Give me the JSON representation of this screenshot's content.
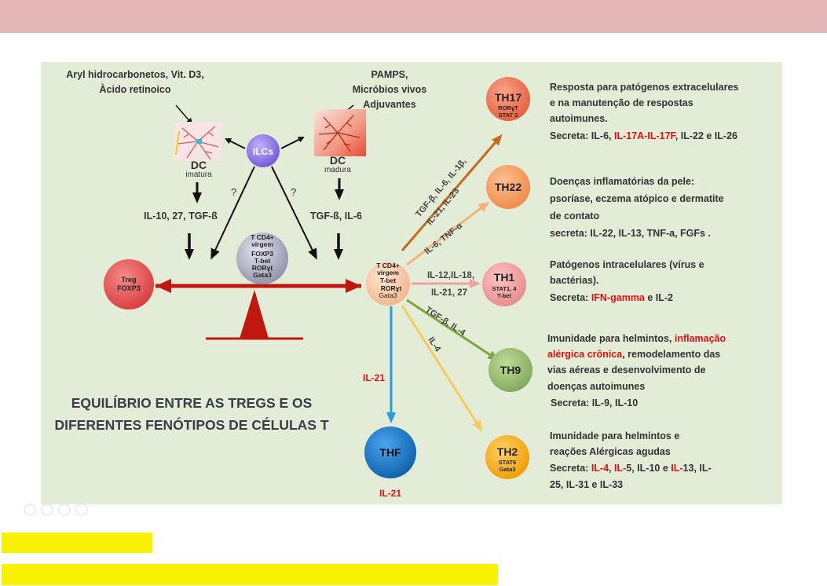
{
  "colors": {
    "top_bar": "#e3b6b7",
    "slide_bg": "#e3ecd6",
    "highlight": "#f8f200",
    "balance_red": "#c0170f",
    "red_text": "#e01010",
    "ilc_purple": "#8b6ee6",
    "th17": "#f07a5c",
    "th22": "#f8a067",
    "th1": "#f2a0a0",
    "th9": "#9bc472",
    "th2": "#f5ae12",
    "thf": "#1a7bcc",
    "treg": "#ea5555"
  },
  "left_source": {
    "line1": "Aryl hidrocarbonetos, Vit. D3,",
    "line2": "Àcido retinoico"
  },
  "right_source": {
    "line1": "PAMPS,",
    "line2": "Micróbios vivos",
    "line3": "Adjuvantes"
  },
  "ilcs": "ILCs",
  "dc_imature": {
    "title": "DC",
    "sub": "imatura"
  },
  "dc_mature": {
    "title": "DC",
    "sub": "madura"
  },
  "question": "?",
  "cytokines_left": "IL-10, 27, TGF-ß",
  "cytokines_right": "TGF-ß, IL-6",
  "treg": {
    "line1": "Treg",
    "line2": "FOXP3"
  },
  "center_naive": {
    "l1": "T CD4+",
    "l2": "virgem",
    "l3": "FOXP3",
    "l4": "T-bet",
    "l5": "RORɣt",
    "l6": "Gata3"
  },
  "right_naive": {
    "l1": "T CD4+",
    "l2": "virgem",
    "l3": "T-bet",
    "l4": "RORɣt",
    "l5": "Gata3"
  },
  "arrow_labels": {
    "th17_a": "TGF-β, IL-6, IL-1β,",
    "th17_b": "IL-21, IL-23",
    "th22": "IL-6, TNF-α",
    "th1_a": "IL-12,IL-18,",
    "th1_b": "IL-21, 27",
    "th9": "TGF-β, IL-4",
    "th2": "IL-4",
    "thf": "IL-21"
  },
  "th17": {
    "name": "TH17",
    "sub1": "RORɣT",
    "sub2": "STAT 3"
  },
  "th22": {
    "name": "TH22"
  },
  "th1": {
    "name": "TH1",
    "sub1": "STAT1, 4",
    "sub2": "T-bet"
  },
  "th9": {
    "name": "TH9"
  },
  "th2": {
    "name": "TH2",
    "sub1": "STAT6",
    "sub2": "Gata3"
  },
  "thf": {
    "name": "THF",
    "below": "IL-21"
  },
  "desc_th17": {
    "l1": "Resposta para patógenos extracelulares",
    "l2": "e na manutenção de respostas",
    "l3": "autoimunes.",
    "l4_a": "Secreta: IL-6, ",
    "l4_red": "IL-17A-IL-17F",
    "l4_b": ", IL-22 e IL-26"
  },
  "desc_th22": {
    "l1": "Doenças inflamatórias da pele:",
    "l2": "psoríase, eczema atópico e dermatite",
    "l3": "de contato",
    "l4": "secreta: IL-22, IL-13, TNF-a, FGFs ."
  },
  "desc_th1": {
    "l1": "Patógenos intracelulares (vírus e",
    "l2": "bactérias).",
    "l3_a": "Secreta: ",
    "l3_red": "IFN-gamma",
    "l3_b": " e IL-2"
  },
  "desc_th9": {
    "l1_a": "Imunidade para helmintos, ",
    "l1_red": "inflamação",
    "l2_red": "alérgica crônica",
    "l2_b": ", remodelamento das",
    "l3": "vias aéreas  e desenvolvimento de",
    "l4": "doenças autoimunes",
    "l5": "Secreta: IL-9, IL-10"
  },
  "desc_th2": {
    "l1": "Imunidade para helmintos e",
    "l2": "reações Alérgicas agudas",
    "l3_a": "Secreta: ",
    "l3_r1": "IL-4",
    "l3_b": ", ",
    "l3_r2": "IL-",
    "l3_c": "5, IL-10 e ",
    "l3_r3": "IL-",
    "l3_d": "13, IL-",
    "l4": "25, IL-31 e IL-33"
  },
  "title": {
    "line1": "EQUILÍBRIO ENTRE AS TREGS E OS",
    "line2": "DIFERENTES FENÓTIPOS DE CÉLULAS T"
  }
}
